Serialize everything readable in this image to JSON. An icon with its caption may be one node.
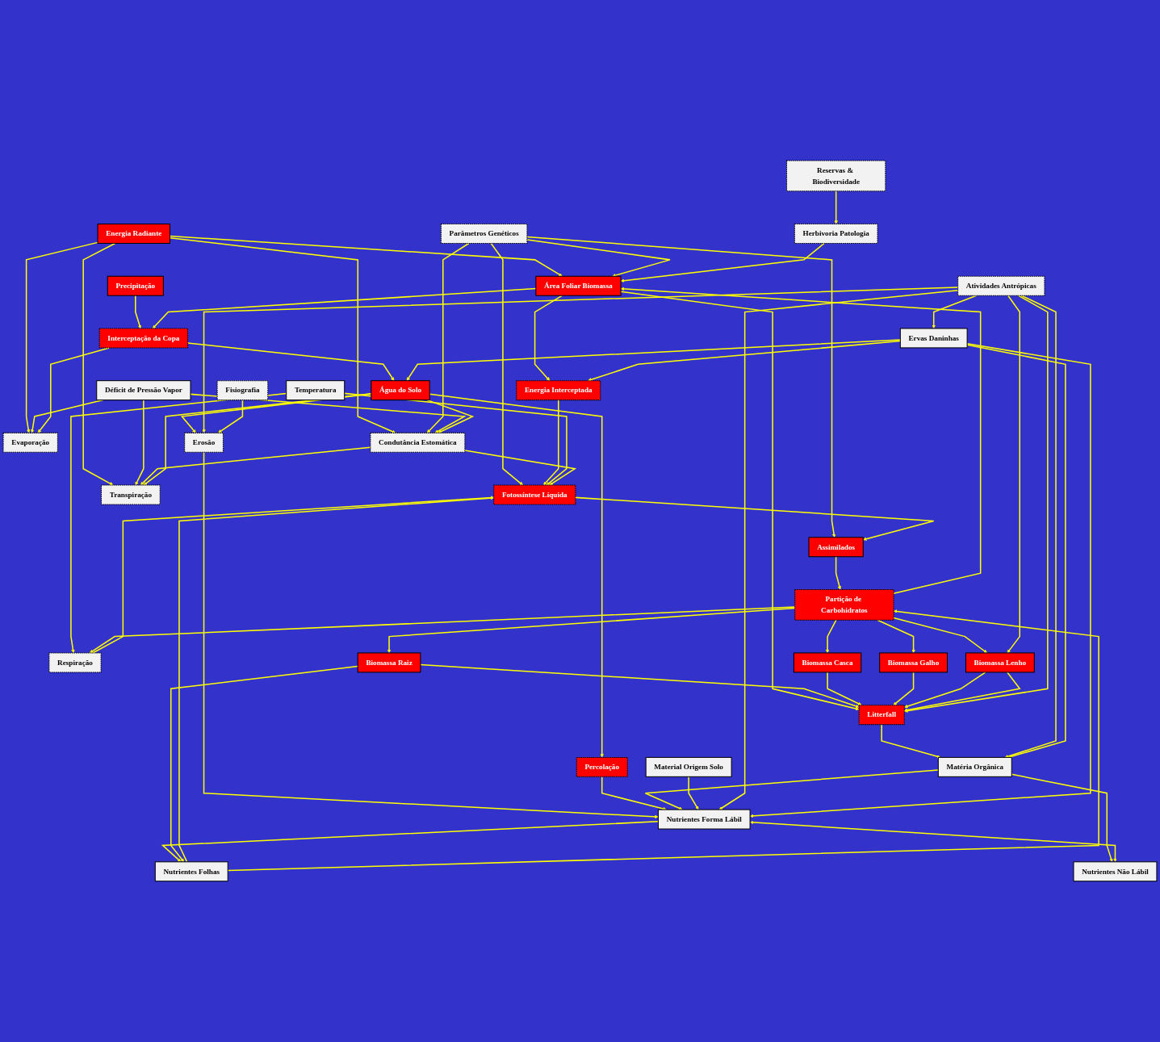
{
  "diagram": {
    "nodes": [
      {
        "text": [
          "Parâmetros Genéticos"
        ]
      },
      {
        "text": [
          "Energia Radiante"
        ]
      },
      {
        "text": [
          "Precipitação"
        ]
      },
      {
        "text": [
          "Área Foliar Biomassa"
        ]
      },
      {
        "text": [
          "Déficit de Pressão Vapor"
        ]
      },
      {
        "text": [
          "Evaporação"
        ]
      },
      {
        "text": [
          "Energia Interceptada"
        ]
      },
      {
        "text": [
          "Interceptação da Copa"
        ]
      },
      {
        "text": [
          "Temperatura"
        ]
      },
      {
        "text": [
          "Fotossíntese Líquida"
        ]
      },
      {
        "text": [
          "Condutância Estomática"
        ]
      },
      {
        "text": [
          "Herbivoria Patologia"
        ]
      },
      {
        "text": [
          "Nutrientes Folhas"
        ]
      },
      {
        "text": [
          "Assimilados"
        ]
      },
      {
        "text": [
          "Transpiração"
        ]
      },
      {
        "text": [
          "Reservas & Biodiversidade"
        ]
      },
      {
        "text": [
          "Respiração"
        ]
      },
      {
        "text": [
          "Partição de Carbohidratos"
        ]
      },
      {
        "text": [
          "Água do Solo"
        ]
      },
      {
        "text": [
          "Biomassa Raiz"
        ]
      },
      {
        "text": [
          "Biomassa Casca"
        ]
      },
      {
        "text": [
          "Biomassa Galho"
        ]
      },
      {
        "text": [
          "Biomassa Lenho"
        ]
      },
      {
        "text": [
          "Erosão"
        ]
      },
      {
        "text": [
          "Litterfall"
        ]
      },
      {
        "text": [
          "Percolação"
        ]
      },
      {
        "text": [
          "Nutrientes Forma Lábil"
        ]
      },
      {
        "text": [
          "Matéria Orgânica"
        ]
      },
      {
        "text": [
          "Ervas Daninhas"
        ]
      },
      {
        "text": [
          "Fisiografia"
        ]
      },
      {
        "text": [
          "Material Origem Solo"
        ]
      },
      {
        "text": [
          "Nutrientes Não Lábil"
        ]
      },
      {
        "text": [
          "Atividades Antrópicas"
        ]
      }
    ],
    "edges": [
      {
        "from": 1,
        "to": 3,
        "arrow": "to"
      },
      {
        "from": 1,
        "to": 5,
        "arrow": "to"
      },
      {
        "from": 1,
        "to": 10,
        "arrow": "to"
      },
      {
        "from": 1,
        "to": 14,
        "arrow": "to"
      },
      {
        "from": 2,
        "to": 7,
        "arrow": "to"
      },
      {
        "from": 0,
        "to": 3,
        "arrow": "to"
      },
      {
        "from": 0,
        "to": 10,
        "arrow": "to"
      },
      {
        "from": 0,
        "to": 9,
        "arrow": "to"
      },
      {
        "from": 0,
        "to": 13,
        "arrow": "to"
      },
      {
        "from": 3,
        "to": 6,
        "arrow": "to"
      },
      {
        "from": 3,
        "to": 7,
        "arrow": "to"
      },
      {
        "from": 3,
        "to": 24,
        "arrow": "to"
      },
      {
        "from": 11,
        "to": 3,
        "arrow": "to"
      },
      {
        "from": 17,
        "to": 3,
        "arrow": "to"
      },
      {
        "from": 6,
        "to": 9,
        "arrow": "to"
      },
      {
        "from": 28,
        "to": 6,
        "arrow": "to"
      },
      {
        "from": 8,
        "to": 9,
        "arrow": "to"
      },
      {
        "from": 8,
        "to": 16,
        "arrow": "to"
      },
      {
        "from": 16,
        "to": 9,
        "arrow": "to"
      },
      {
        "from": 12,
        "to": 9,
        "arrow": "to"
      },
      {
        "from": 12,
        "to": 17,
        "arrow": "to"
      },
      {
        "from": 26,
        "to": 12,
        "arrow": "to"
      },
      {
        "from": 19,
        "to": 12,
        "arrow": "to"
      },
      {
        "from": 10,
        "to": 9,
        "arrow": "to"
      },
      {
        "from": 4,
        "to": 5,
        "arrow": "to"
      },
      {
        "from": 4,
        "to": 10,
        "arrow": "to"
      },
      {
        "from": 4,
        "to": 14,
        "arrow": "to"
      },
      {
        "from": 7,
        "to": 5,
        "arrow": "to"
      },
      {
        "from": 7,
        "to": 18,
        "arrow": "to"
      },
      {
        "from": 9,
        "to": 13,
        "arrow": "to"
      },
      {
        "from": 13,
        "to": 17,
        "arrow": "to"
      },
      {
        "from": 10,
        "to": 14,
        "arrow": "to"
      },
      {
        "from": 15,
        "to": 11,
        "arrow": "to"
      },
      {
        "from": 18,
        "to": 10,
        "arrow": "to"
      },
      {
        "from": 18,
        "to": 14,
        "arrow": "to"
      },
      {
        "from": 18,
        "to": 23,
        "arrow": "to"
      },
      {
        "from": 18,
        "to": 25,
        "arrow": "to"
      },
      {
        "from": 28,
        "to": 18,
        "arrow": "to"
      },
      {
        "from": 17,
        "to": 16,
        "arrow": "to"
      },
      {
        "from": 17,
        "to": 19,
        "arrow": "to"
      },
      {
        "from": 17,
        "to": 20,
        "arrow": "to"
      },
      {
        "from": 17,
        "to": 21,
        "arrow": "to"
      },
      {
        "from": 17,
        "to": 22,
        "arrow": "to"
      },
      {
        "from": 19,
        "to": 24,
        "arrow": "to"
      },
      {
        "from": 20,
        "to": 24,
        "arrow": "to"
      },
      {
        "from": 21,
        "to": 24,
        "arrow": "to"
      },
      {
        "from": 22,
        "to": 24,
        "arrow": "to"
      },
      {
        "from": 22,
        "to": 24,
        "arrow": "to"
      },
      {
        "from": 32,
        "to": 22,
        "arrow": "to"
      },
      {
        "from": 32,
        "to": 23,
        "arrow": "to"
      },
      {
        "from": 24,
        "to": 27,
        "arrow": "to"
      },
      {
        "from": 32,
        "to": 24,
        "arrow": "to"
      },
      {
        "from": 32,
        "to": 27,
        "arrow": "to"
      },
      {
        "from": 28,
        "to": 27,
        "arrow": "to"
      },
      {
        "from": 32,
        "to": 28,
        "arrow": "to"
      },
      {
        "from": 23,
        "to": 26,
        "arrow": "to"
      },
      {
        "from": 25,
        "to": 26,
        "arrow": "to"
      },
      {
        "from": 29,
        "to": 23,
        "arrow": "to"
      },
      {
        "from": 27,
        "to": 26,
        "arrow": "to"
      },
      {
        "from": 27,
        "to": 31,
        "arrow": "to"
      },
      {
        "from": 26,
        "to": 31,
        "arrow": "both"
      },
      {
        "from": 30,
        "to": 26,
        "arrow": "to"
      },
      {
        "from": 32,
        "to": 26,
        "arrow": "to"
      },
      {
        "from": 28,
        "to": 26,
        "arrow": "to"
      }
    ]
  }
}
